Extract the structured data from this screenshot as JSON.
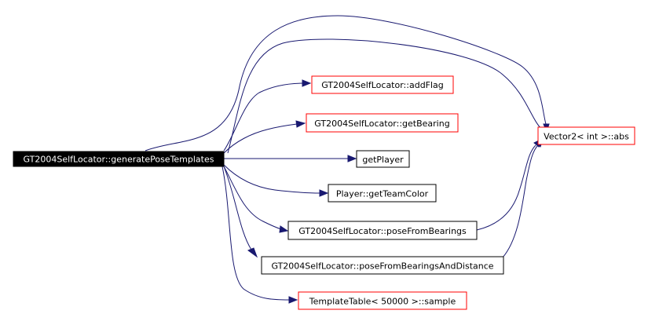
{
  "nodes": {
    "root": {
      "label": "GT2004SelfLocator::generatePoseTemplates",
      "style": "root"
    },
    "add_flag": {
      "label": "GT2004SelfLocator::addFlag",
      "style": "red"
    },
    "get_bearing": {
      "label": "GT2004SelfLocator::getBearing",
      "style": "red"
    },
    "get_player": {
      "label": "getPlayer",
      "style": "black"
    },
    "get_team_color": {
      "label": "Player::getTeamColor",
      "style": "black"
    },
    "pose_from_bearings": {
      "label": "GT2004SelfLocator::poseFromBearings",
      "style": "black"
    },
    "pose_from_bearings_and_distance": {
      "label": "GT2004SelfLocator::poseFromBearingsAndDistance",
      "style": "black"
    },
    "template_sample": {
      "label": "TemplateTable< 50000 >::sample",
      "style": "red"
    },
    "vector_abs": {
      "label": "Vector2< int >::abs",
      "style": "red"
    }
  },
  "edges": [
    {
      "from": "root",
      "to": "vector_abs"
    },
    {
      "from": "root",
      "to": "add_flag"
    },
    {
      "from": "root",
      "to": "get_bearing"
    },
    {
      "from": "root",
      "to": "get_player"
    },
    {
      "from": "root",
      "to": "get_team_color"
    },
    {
      "from": "root",
      "to": "pose_from_bearings"
    },
    {
      "from": "root",
      "to": "pose_from_bearings_and_distance"
    },
    {
      "from": "root",
      "to": "template_sample"
    },
    {
      "from": "pose_from_bearings",
      "to": "vector_abs"
    },
    {
      "from": "pose_from_bearings_and_distance",
      "to": "vector_abs"
    }
  ],
  "colors": {
    "edge": "#191970",
    "red_border": "#ff0000",
    "black_border": "#000000",
    "root_fill": "#000000",
    "root_text": "#ffffff",
    "node_fill": "#ffffff"
  }
}
